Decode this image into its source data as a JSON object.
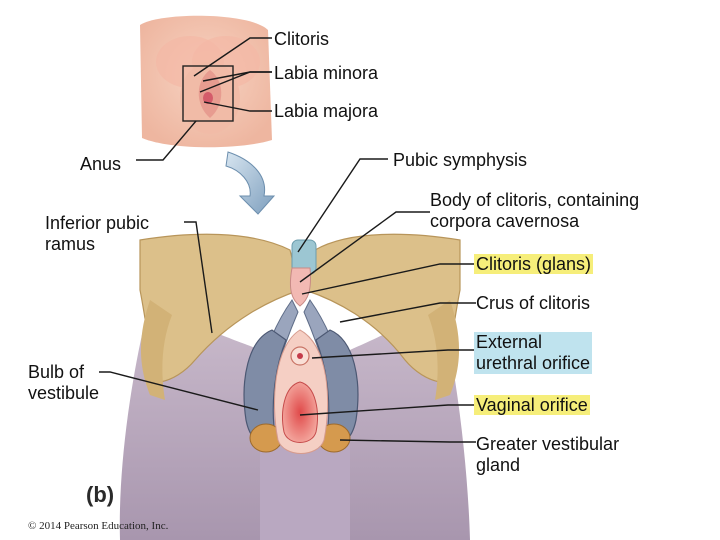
{
  "labels": {
    "clitoris": "Clitoris",
    "labia_minora": "Labia minora",
    "labia_majora": "Labia majora",
    "anus": "Anus",
    "pubic_symphysis": "Pubic symphysis",
    "body_of_clitoris_line1": "Body of clitoris, containing",
    "body_of_clitoris_line2": "corpora cavernosa",
    "inferior_pubic_line1": "Inferior pubic",
    "inferior_pubic_line2": "ramus",
    "clitoris_glans": "Clitoris (glans)",
    "crus_of_clitoris": "Crus of clitoris",
    "external_urethral_line1": "External",
    "external_urethral_line2": "urethral orifice",
    "bulb_line1": "Bulb of",
    "bulb_line2": "vestibule",
    "vaginal_orifice": "Vaginal orifice",
    "greater_vestibular_line1": "Greater vestibular",
    "greater_vestibular_line2": "gland"
  },
  "panel_letter": "(b)",
  "copyright": "© 2014 Pearson Education, Inc.",
  "colors": {
    "highlight_yellow": "#f6ee7a",
    "highlight_blue": "#bfe3ee",
    "bone": "#d9bc7c",
    "muscle_bg": "#b8a7c0",
    "bulb": "#7d8aa3",
    "skin": "#f3c4b0",
    "arrow": "#9fb9d3"
  }
}
